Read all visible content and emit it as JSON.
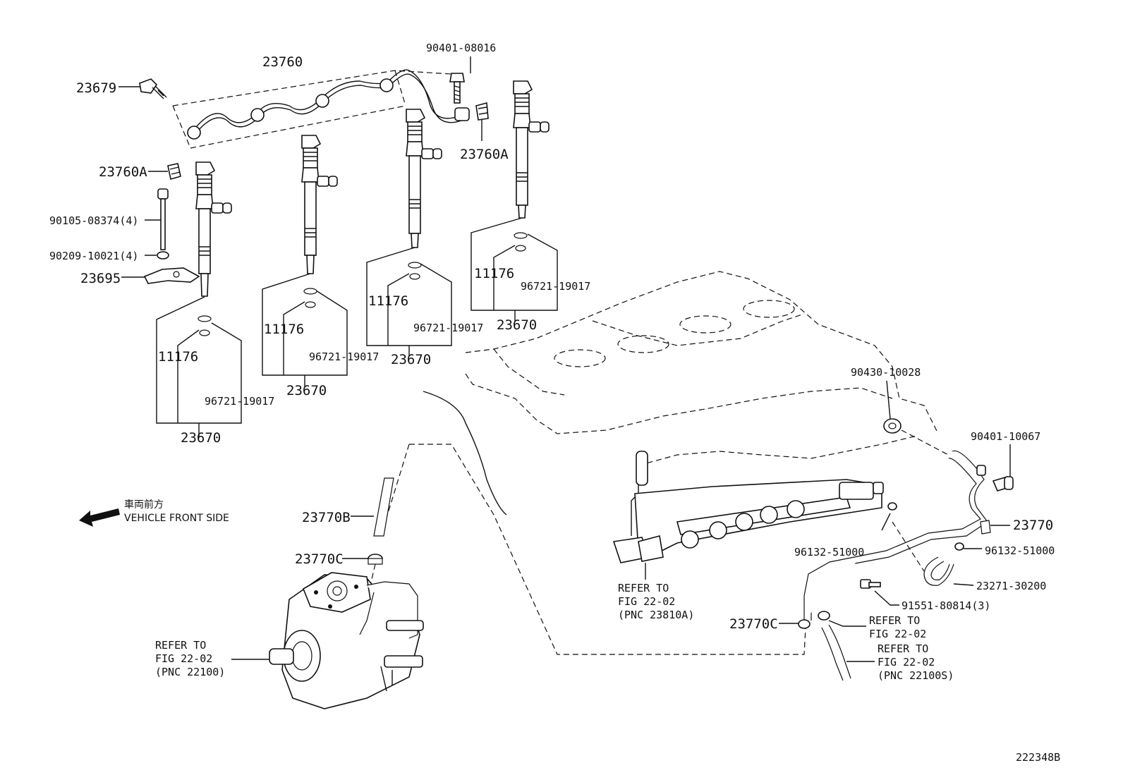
{
  "labels": {
    "p23679": "23679",
    "p23760": "23760",
    "p90401_08016": "90401-08016",
    "p23760A_left": "23760A",
    "p23760A_right": "23760A",
    "p90105": "90105-08374(4)",
    "p90209": "90209-10021(4)",
    "p23695": "23695",
    "inj1_11176": "11176",
    "inj1_96721": "96721-19017",
    "inj1_23670": "23670",
    "inj2_11176": "11176",
    "inj2_96721": "96721-19017",
    "inj2_23670": "23670",
    "inj3_11176": "11176",
    "inj3_96721": "96721-19017",
    "inj3_23670": "23670",
    "inj4_11176": "11176",
    "inj4_96721": "96721-19017",
    "inj4_23670": "23670",
    "p90430": "90430-10028",
    "p90401_10067": "90401-10067",
    "p23770": "23770",
    "p96132_a": "96132-51000",
    "p96132_b": "96132-51000",
    "p23271": "23271-30200",
    "p91551": "91551-80814(3)",
    "p23770B": "23770B",
    "p23770C_top": "23770C",
    "p23770C_bottom": "23770C",
    "diagram_id": "222348B"
  },
  "refs": {
    "rail": [
      "REFER TO",
      "FIG 22-02",
      "(PNC 23810A)"
    ],
    "pump": [
      "REFER TO",
      "FIG 22-02",
      "(PNC 22100)"
    ],
    "fig": [
      "REFER TO",
      "FIG 22-02"
    ],
    "hose": [
      "REFER TO",
      "FIG 22-02",
      "(PNC 22100S)"
    ]
  },
  "direction": {
    "jp": "車両前方",
    "en": "VEHICLE FRONT SIDE"
  }
}
